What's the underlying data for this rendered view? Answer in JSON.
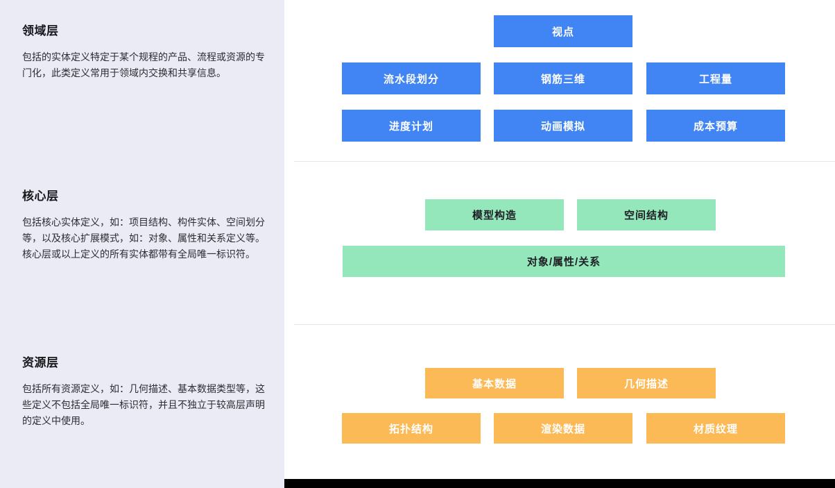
{
  "sidebar": {
    "sections": [
      {
        "title": "领域层",
        "description": "包括的实体定义特定于某个规程的产品、流程或资源的专门化，此类定义常用于领域内交换和共享信息。"
      },
      {
        "title": "核心层",
        "description": "包括核心实体定义，如：项目结构、构件实体、空间划分等，以及核心扩展模式，如：对象、属性和关系定义等。核心层或以上定义的所有实体都带有全局唯一标识符。"
      },
      {
        "title": "资源层",
        "description": "包括所有资源定义，如：几何描述、基本数据类型等，这些定义不包括全局唯一标识符，并且不独立于较高层声明的定义中使用。"
      }
    ]
  },
  "diagram": {
    "domain": {
      "viewpoint": "视点",
      "row1": [
        "流水段划分",
        "钢筋三维",
        "工程量"
      ],
      "row2": [
        "进度计划",
        "动画模拟",
        "成本预算"
      ]
    },
    "core": {
      "row": [
        "模型构造",
        "空间结构"
      ],
      "wide": "对象/属性/关系"
    },
    "resource": {
      "row1": [
        "基本数据",
        "几何描述"
      ],
      "row2": [
        "拓扑结构",
        "渲染数据",
        "材质纹理"
      ]
    }
  },
  "colors": {
    "domain_box": "#4184f4",
    "core_box": "#94e7ba",
    "resource_box": "#fcba57",
    "sidebar_background": "#eaebf4",
    "bottom_bar": "#000000"
  }
}
